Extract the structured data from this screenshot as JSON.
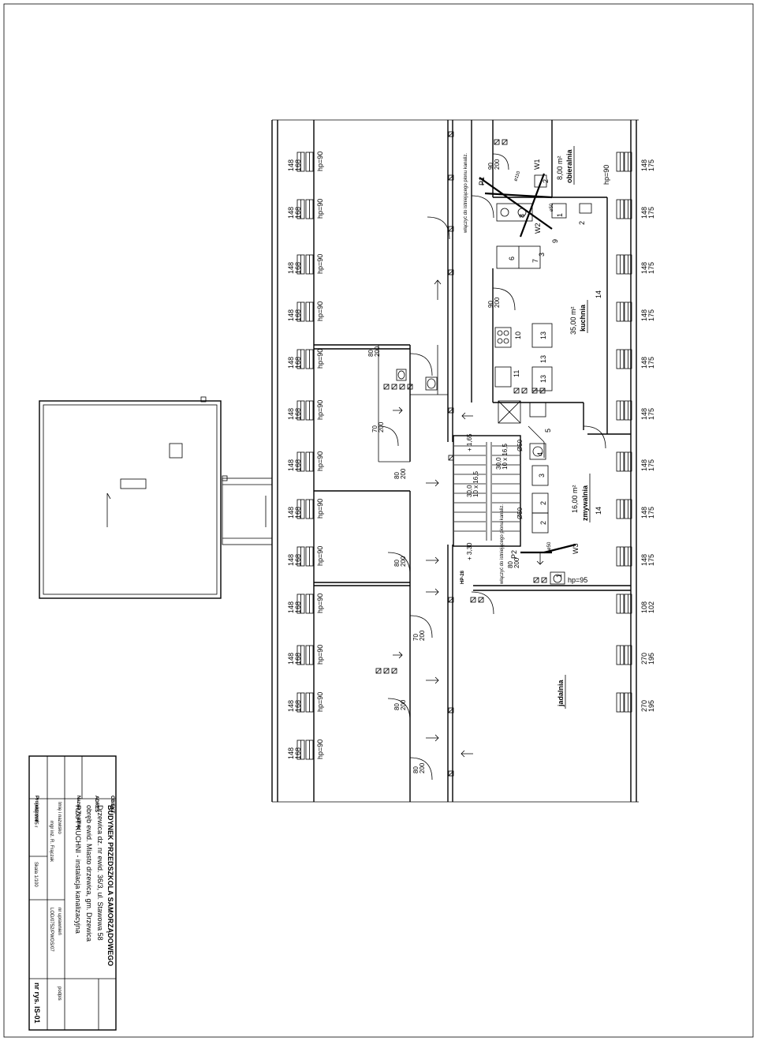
{
  "windows_left": [
    {
      "a": "148",
      "b": "168",
      "hp": "hp=90"
    },
    {
      "a": "148",
      "b": "168",
      "hp": "hp=90"
    },
    {
      "a": "148",
      "b": "168",
      "hp": "hp=90"
    },
    {
      "a": "148",
      "b": "168",
      "hp": "hp=90"
    },
    {
      "a": "148",
      "b": "168",
      "hp": "hp=90"
    },
    {
      "a": "148",
      "b": "168",
      "hp": "hp=90"
    },
    {
      "a": "148",
      "b": "168",
      "hp": "hp=90"
    },
    {
      "a": "148",
      "b": "168",
      "hp": "hp=90"
    },
    {
      "a": "148",
      "b": "168",
      "hp": "hp=90"
    },
    {
      "a": "148",
      "b": "168",
      "hp": "hp=90"
    },
    {
      "a": "148",
      "b": "168",
      "hp": "hp=90"
    },
    {
      "a": "148",
      "b": "168",
      "hp": "hp=90"
    },
    {
      "a": "148",
      "b": "168",
      "hp": "hp=90"
    }
  ],
  "windows_right": [
    {
      "a": "148",
      "b": "175"
    },
    {
      "a": "148",
      "b": "175"
    },
    {
      "a": "148",
      "b": "175"
    },
    {
      "a": "148",
      "b": "175"
    },
    {
      "a": "148",
      "b": "175"
    },
    {
      "a": "148",
      "b": "175"
    },
    {
      "a": "148",
      "b": "175"
    },
    {
      "a": "148",
      "b": "175"
    },
    {
      "a": "148",
      "b": "175"
    },
    {
      "a": "108",
      "b": "102"
    },
    {
      "a": "270",
      "b": "195"
    },
    {
      "a": "270",
      "b": "195"
    }
  ],
  "doors": [
    {
      "a": "90",
      "b": "200"
    },
    {
      "a": "90",
      "b": "200"
    },
    {
      "a": "80",
      "b": "200"
    },
    {
      "a": "70",
      "b": "200"
    },
    {
      "a": "80",
      "b": "200"
    },
    {
      "a": "80",
      "b": "200"
    },
    {
      "a": "80",
      "b": "200"
    },
    {
      "a": "70",
      "b": "200"
    },
    {
      "a": "80",
      "b": "200"
    },
    {
      "a": "80",
      "b": "200"
    }
  ],
  "rooms": {
    "obieralnia_name": "obieralnia",
    "obieralnia_area": "8,00 m²",
    "kuchnia_name": "kuchnia",
    "kuchnia_area": "35,00 m²",
    "zmywalnia_name": "zmywalnia",
    "zmywalnia_area": "16,00 m²",
    "jadalnia_name": "jadalnia",
    "hp_obieralnia": "hp=90",
    "hp_zmywalnia": "hp=95"
  },
  "labels": {
    "p1": "P1",
    "p2": "P2",
    "w1": "W1",
    "w2": "W2",
    "w3": "W3",
    "d100": "ø110",
    "d50a": "ø50",
    "d50b": "ø50",
    "d50c": "Ø50",
    "d50d": "Ø50",
    "connect1": "włączyć do istniejącego pionu kanaliz.",
    "connect2": "włączyć do istniejącego pionu kanaliz.",
    "level_a": "+ 1,65",
    "level_b": "+ 3,30",
    "hp28": "HP-28",
    "stair_a1": "10 x 16,5",
    "stair_a2": "30,0",
    "stair_b1": "10 x 16,5",
    "stair_b2": "30,0"
  },
  "equipment": {
    "n1": "1",
    "n2a": "2",
    "n2b": "2",
    "n3a": "3",
    "n6": "6",
    "n7": "7",
    "n8": "8",
    "n9": "9",
    "n10": "10",
    "n11": "11",
    "n13a": "13",
    "n13b": "13",
    "n13c": "13",
    "n14a": "14",
    "n14b": "14",
    "n5": "5",
    "n4": "4",
    "n3b": "3",
    "n2c": "2",
    "n2d": "2",
    "n1b": "1"
  },
  "title_block": {
    "obiekt_label": "OBIEKT",
    "obiekt_value": "BUDYNEK PRZEDSZKOLA SAMORZĄDOWEGO",
    "adres_label": "ADRES",
    "adres_line1": "Drzewica dz. nr ewid. 36/3, ul. Stawowa 58",
    "adres_line2": "obręb ewid. Miasto drzewica, gm. Drzewica",
    "nazwa_label": "Nazwa rysunku",
    "nazwa_value": "RZUT KUCHNI - instalacja kanalizacyjna",
    "projektowal_label": "Projektował",
    "imie_label": "Imię i nazwisko",
    "imie_value": "mgr inż. R. Frączak",
    "uprawn_label": "nr uprawnień",
    "uprawn_value": "LOD/0752/PWOS/07",
    "podpis_label": "podpis",
    "data_value": "Maj 2015 r",
    "skala_value": "Skala 1/100",
    "nr_rys": "nr rys. IS-01"
  }
}
